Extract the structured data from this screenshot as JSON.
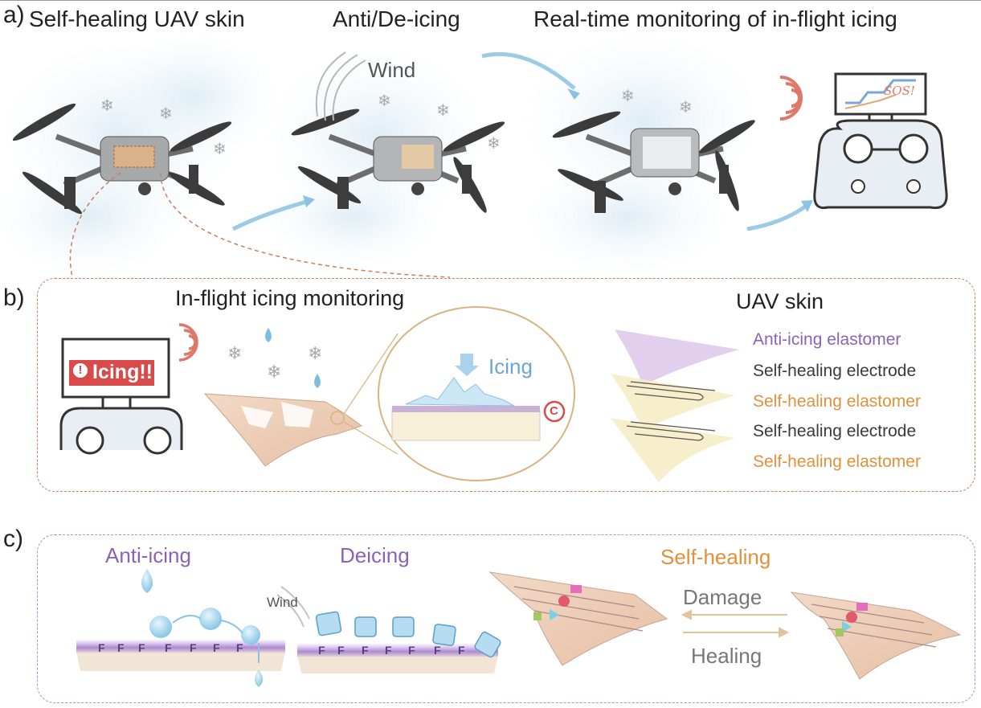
{
  "panel_a": {
    "label": "a)",
    "title_1": "Self-healing UAV skin",
    "title_2": "Anti/De-icing",
    "title_3": "Real-time monitoring of in-flight icing",
    "wind": "Wind",
    "sos": "SOS!"
  },
  "panel_b": {
    "label": "b)",
    "title_left": "In-flight icing monitoring",
    "title_right": "UAV skin",
    "alert": "Icing!!",
    "alert_mark": "!",
    "icing": "Icing",
    "capacitance": "C",
    "layers": [
      {
        "text": "Anti-icing elastomer",
        "color": "#8b63b5"
      },
      {
        "text": "Self-healing electrode",
        "color": "#3a3a3a"
      },
      {
        "text": "Self-healing elastomer",
        "color": "#e0913c"
      },
      {
        "text": "Self-healing electrode",
        "color": "#3a3a3a"
      },
      {
        "text": "Self-healing elastomer",
        "color": "#e0913c"
      }
    ]
  },
  "panel_c": {
    "label": "c)",
    "anti_icing": "Anti-icing",
    "deicing": "Deicing",
    "self_healing": "Self-healing",
    "wind": "Wind",
    "damage": "Damage",
    "healing": "Healing",
    "fluorine": "F"
  },
  "colors": {
    "purple": "#8b63b5",
    "orange": "#e0913c",
    "ice_blue": "#8fc7e6",
    "frame_b": "#c87f5d",
    "frame_c": "#b08cd0",
    "alert_red": "#d94a4a"
  }
}
